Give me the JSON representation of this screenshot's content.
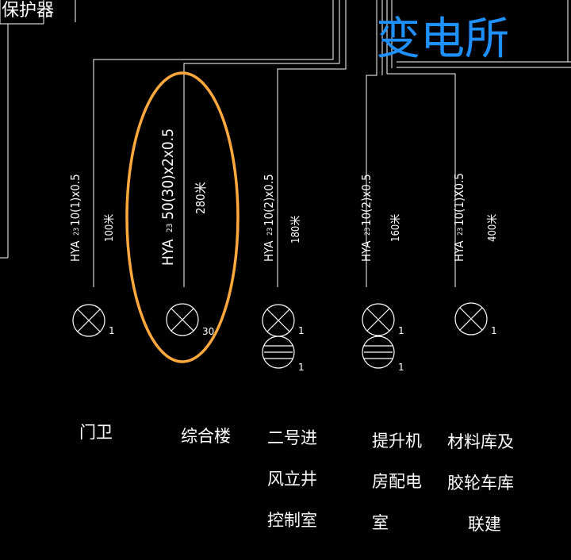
{
  "title": "变电所",
  "corner_label": "保护器",
  "highlight_color": "#ffa83c",
  "title_color": "#1e90ff",
  "circuits": [
    {
      "cable": "HYA",
      "sub": "23",
      "spec": "10(1)x0.5",
      "length": "100米",
      "lamp_count": "1",
      "phone_count": "",
      "name_lines": [
        "门卫"
      ]
    },
    {
      "cable": "HYA",
      "sub": "23",
      "spec": "50(30)x2x0.5",
      "length": "280米",
      "lamp_count": "30",
      "phone_count": "",
      "name_lines": [
        "综合楼"
      ]
    },
    {
      "cable": "HYA",
      "sub": "23",
      "spec": "10(2)x0.5",
      "length": "180米",
      "lamp_count": "1",
      "phone_count": "1",
      "name_lines": [
        "二号进",
        "风立井",
        "控制室"
      ]
    },
    {
      "cable": "HYA",
      "sub": "23",
      "spec": "10(2)x0.5",
      "length": "160米",
      "lamp_count": "1",
      "phone_count": "1",
      "name_lines": [
        "提升机",
        "房配电",
        "室"
      ]
    },
    {
      "cable": "HYA",
      "sub": "23",
      "spec": "10(1)X0.5",
      "length": "400米",
      "lamp_count": "1",
      "phone_count": "",
      "name_lines": [
        "材料库及",
        "胶轮车库",
        "联建"
      ]
    }
  ]
}
